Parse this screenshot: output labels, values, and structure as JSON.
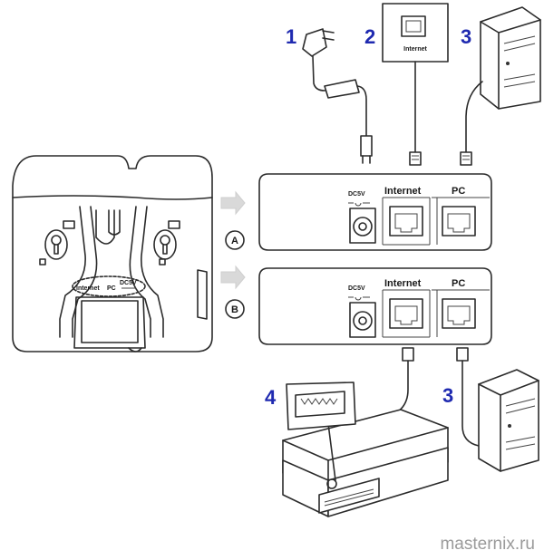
{
  "callouts": {
    "n1": "1",
    "n2": "2",
    "n3_top": "3",
    "n4": "4",
    "n3_bottom": "3"
  },
  "wall_jack": {
    "label": "Internet"
  },
  "panel_a": {
    "circle": "A",
    "dc": "DC5V",
    "internet": "Internet",
    "pc": "PC"
  },
  "panel_b": {
    "circle": "B",
    "dc": "DC5V",
    "internet": "Internet",
    "pc": "PC"
  },
  "phone_base": {
    "internet": "Internet",
    "pc": "PC",
    "dc": "DC5V"
  },
  "watermark": "masternix.ru",
  "colors": {
    "callout": "#1f2ab0",
    "line": "#2b2b2b",
    "arrow": "#d9d9d9"
  }
}
